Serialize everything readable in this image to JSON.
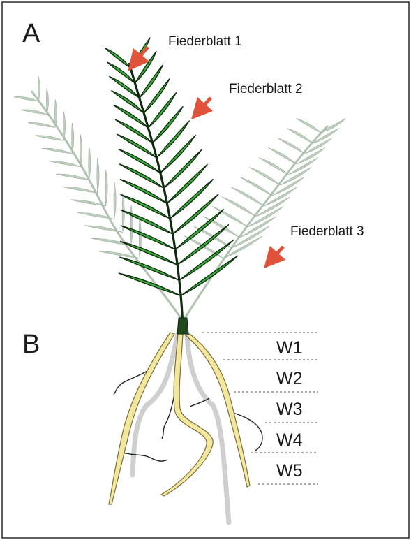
{
  "panel_labels": {
    "a": "A",
    "b": "B"
  },
  "leaf_callouts": [
    "Fiederblatt 1",
    "Fiederblatt 2",
    "Fiederblatt 3"
  ],
  "root_zones": [
    "W1",
    "W2",
    "W3",
    "W4",
    "W5"
  ],
  "colors": {
    "frame": "#2a2a2a",
    "arrow": "#e0533a",
    "leaf_fill": "#3aaa3a",
    "leaf_outline": "#0d2a0d",
    "faded_leaf": "#6f8f6f",
    "root_fill": "#f3e79d",
    "root_outline": "#7a6e3a",
    "ghost_root": "#c9c9c9",
    "dashed_line": "#555555"
  }
}
